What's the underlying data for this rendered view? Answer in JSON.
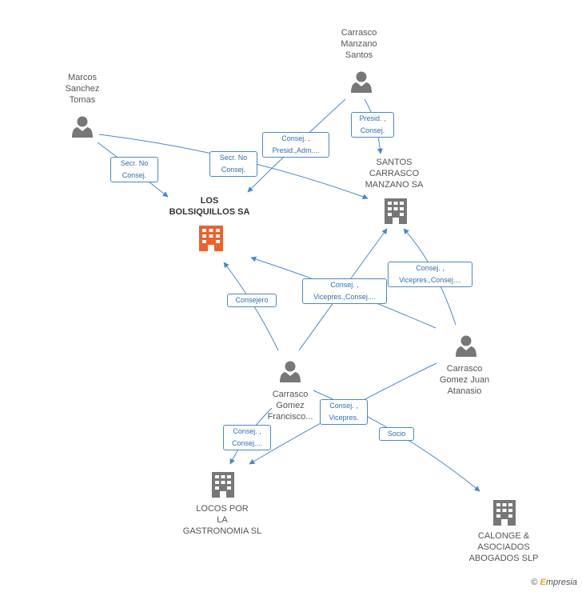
{
  "nodes": {
    "marcos": {
      "lines": [
        "Marcos",
        "Sanchez",
        "Tomas"
      ]
    },
    "carrasco_manzano": {
      "lines": [
        "Carrasco",
        "Manzano",
        "Santos"
      ]
    },
    "los_bolsiquillos": {
      "lines": [
        "LOS",
        "BOLSIQUILLOS SA"
      ]
    },
    "santos_carrasco": {
      "lines": [
        "SANTOS",
        "CARRASCO",
        "MANZANO SA"
      ]
    },
    "carrasco_juan": {
      "lines": [
        "Carrasco",
        "Gomez Juan",
        "Atanasio"
      ]
    },
    "carrasco_francisco": {
      "lines": [
        "Carrasco",
        "Gomez",
        "Francisco..."
      ]
    },
    "locos": {
      "lines": [
        "LOCOS POR",
        "LA",
        "GASTRONOMIA SL"
      ]
    },
    "calonge": {
      "lines": [
        "CALONGE &",
        "ASOCIADOS",
        "ABOGADOS SLP"
      ]
    }
  },
  "edge_labels": {
    "secr_no_consej_1": [
      "Secr.  No",
      "Consej."
    ],
    "secr_no_consej_2": [
      "Secr.  No",
      "Consej."
    ],
    "consej_presid_adm": [
      "Consej. ,",
      "Presid.,Adm...."
    ],
    "presid_consej": [
      "Presid. ,",
      "Consej."
    ],
    "consejero": [
      "Consejero"
    ],
    "consej_vicepres_a": [
      "Consej. ,",
      "Vicepres.,Consej...."
    ],
    "consej_vicepres_b": [
      "Consej. ,",
      "Vicepres.,Consej...."
    ],
    "consej_consej": [
      "Consej. ,",
      "Consej...."
    ],
    "consej_vicepres_c": [
      "Consej. ,",
      "Vicepres."
    ],
    "socio": [
      "Socio"
    ]
  },
  "colors": {
    "edge": "#4a88c8",
    "edge_label_text": "#2f6fb0",
    "person_icon": "#777777",
    "building_icon": "#777777",
    "focus_building_icon": "#f0602a"
  },
  "footer": {
    "copyright": "©",
    "brand_e": "E",
    "brand_rest": "mpresia"
  }
}
